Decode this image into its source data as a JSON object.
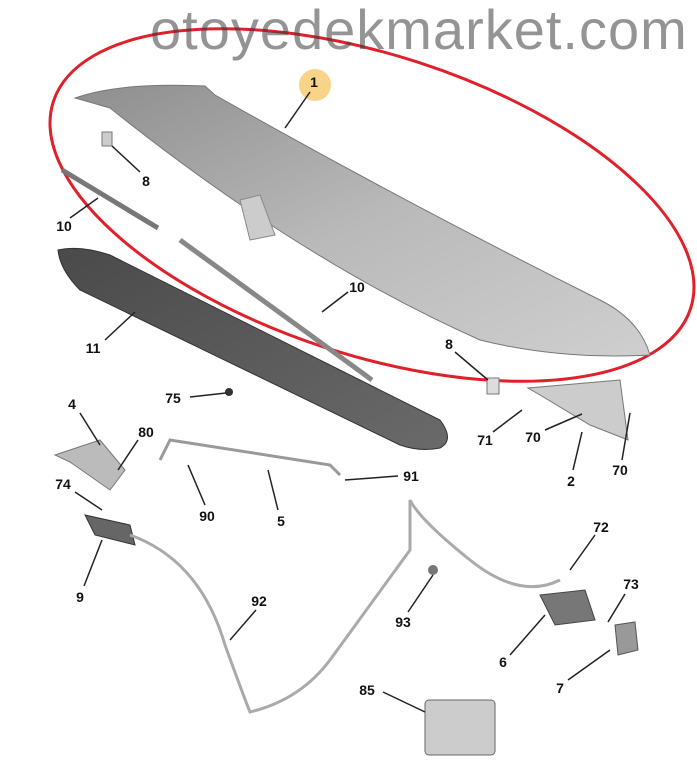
{
  "diagram": {
    "watermark": "otoyedekmarket.com",
    "highlight_color": "#e0202a",
    "callout_color": "#f5c96a",
    "labels": [
      "1",
      "8",
      "10",
      "11",
      "10",
      "8",
      "75",
      "4",
      "80",
      "71",
      "70",
      "2",
      "70",
      "74",
      "91",
      "90",
      "5",
      "9",
      "72",
      "73",
      "92",
      "93",
      "6",
      "7",
      "85"
    ]
  }
}
